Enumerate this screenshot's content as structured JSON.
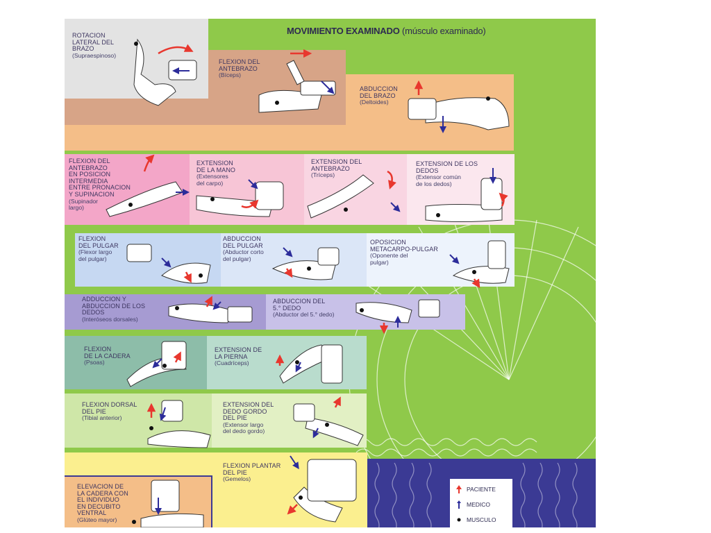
{
  "title": {
    "main": "MOVIMIENTO EXAMINADO",
    "sub": "(músculo examinado)"
  },
  "colors": {
    "background": "#8fc94a",
    "paciente_arrow": "#e8372e",
    "medico_arrow": "#2c2c9a",
    "musculo_dot": "#111111"
  },
  "tests": [
    {
      "id": "t1",
      "title": [
        "ROTACION",
        "LATERAL DEL",
        "BRAZO"
      ],
      "muscle": [
        "(Supraespinoso)"
      ]
    },
    {
      "id": "t2",
      "title": [
        "FLEXION DEL",
        "ANTEBRAZO"
      ],
      "muscle": [
        "(Bíceps)"
      ]
    },
    {
      "id": "t3",
      "title": [
        "ABDUCCION",
        "DEL BRAZO"
      ],
      "muscle": [
        "(Deltoides)"
      ]
    },
    {
      "id": "t4",
      "title": [
        "FLEXION DEL",
        "ANTEBRAZO",
        "EN POSICION",
        "INTERMEDIA",
        "ENTRE PRONACION",
        "Y SUPINACION"
      ],
      "muscle": [
        "(Supinador",
        "largo)"
      ]
    },
    {
      "id": "t5",
      "title": [
        "EXTENSION",
        "DE LA MANO"
      ],
      "muscle": [
        "(Extensores",
        "del carpo)"
      ]
    },
    {
      "id": "t6",
      "title": [
        "EXTENSION DEL",
        "ANTEBRAZO"
      ],
      "muscle": [
        "(Tríceps)"
      ]
    },
    {
      "id": "t7",
      "title": [
        "EXTENSION DE LOS",
        "DEDOS"
      ],
      "muscle": [
        "(Extensor común",
        "de los dedos)"
      ]
    },
    {
      "id": "t8",
      "title": [
        "FLEXION",
        "DEL PULGAR"
      ],
      "muscle": [
        "(Flexor largo",
        "del pulgar)"
      ]
    },
    {
      "id": "t9",
      "title": [
        "ABDUCCION",
        "DEL PULGAR"
      ],
      "muscle": [
        "(Abductor corto",
        "del pulgar)"
      ]
    },
    {
      "id": "t10",
      "title": [
        "OPOSICION",
        "METACARPO-PULGAR"
      ],
      "muscle": [
        "(Oponente del",
        "pulgar)"
      ]
    },
    {
      "id": "t11",
      "title": [
        "ADDUCCION Y",
        "ABDUCCION DE LOS",
        "DEDOS"
      ],
      "muscle": [
        "(Interóseos dorsales)"
      ]
    },
    {
      "id": "t12",
      "title": [
        "ABDUCCION DEL",
        "5.° DEDO"
      ],
      "muscle": [
        "(Abductor del 5.° dedo)"
      ]
    },
    {
      "id": "t13",
      "title": [
        "FLEXION",
        "DE LA CADERA"
      ],
      "muscle": [
        "(Psoas)"
      ]
    },
    {
      "id": "t14",
      "title": [
        "EXTENSION DE",
        "LA PIERNA"
      ],
      "muscle": [
        "(Cuadríceps)"
      ]
    },
    {
      "id": "t15",
      "title": [
        "FLEXION DORSAL",
        "DEL PIE"
      ],
      "muscle": [
        "(Tibial anterior)"
      ]
    },
    {
      "id": "t16",
      "title": [
        "EXTENSION DEL",
        "DEDO GORDO",
        "DEL PIE"
      ],
      "muscle": [
        "(Extensor largo",
        "del dedo gordo)"
      ]
    },
    {
      "id": "t17",
      "title": [
        "FLEXION  PLANTAR",
        "DEL PIE"
      ],
      "muscle": [
        "(Gemelos)"
      ]
    },
    {
      "id": "t18",
      "title": [
        "ELEVACION DE",
        "LA CADERA CON",
        "EL INDIVIDUO",
        "EN DECUBITO",
        "VENTRAL"
      ],
      "muscle": [
        "(Glúteo mayor)"
      ]
    }
  ],
  "legend": {
    "items": [
      {
        "label": "PACIENTE",
        "icon": "red-arrow-icon"
      },
      {
        "label": "MEDICO",
        "icon": "blue-arrow-icon"
      },
      {
        "label": "MUSCULO",
        "icon": "dot-icon"
      }
    ]
  }
}
